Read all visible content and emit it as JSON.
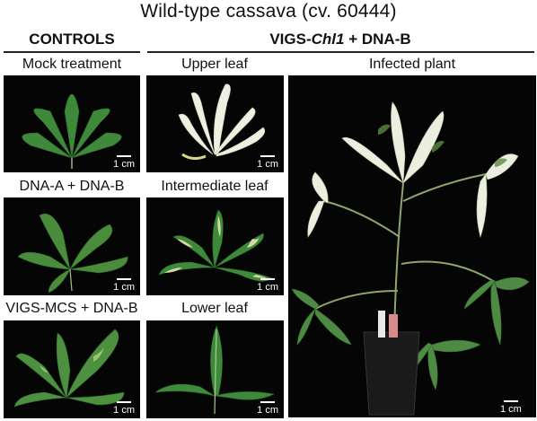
{
  "title": "Wild-type cassava (cv. 60444)",
  "headers": {
    "controls": "CONTROLS",
    "vigs_prefix": "VIGS-",
    "vigs_gene": "Chl1",
    "vigs_suffix": " + DNA-B"
  },
  "panels": {
    "mock": "Mock treatment",
    "upper": "Upper leaf",
    "infected": "Infected plant",
    "dna": "DNA-A + DNA-B",
    "intermediate": "Intermediate leaf",
    "vigs_mcs": "VIGS-MCS + DNA-B",
    "lower": "Lower leaf"
  },
  "scale_label": "1 cm",
  "colors": {
    "background": "#050505",
    "leaf_green": "#3f8a3a",
    "leaf_white": "#eef0e2",
    "leaf_yellow": "#d9d68a"
  }
}
